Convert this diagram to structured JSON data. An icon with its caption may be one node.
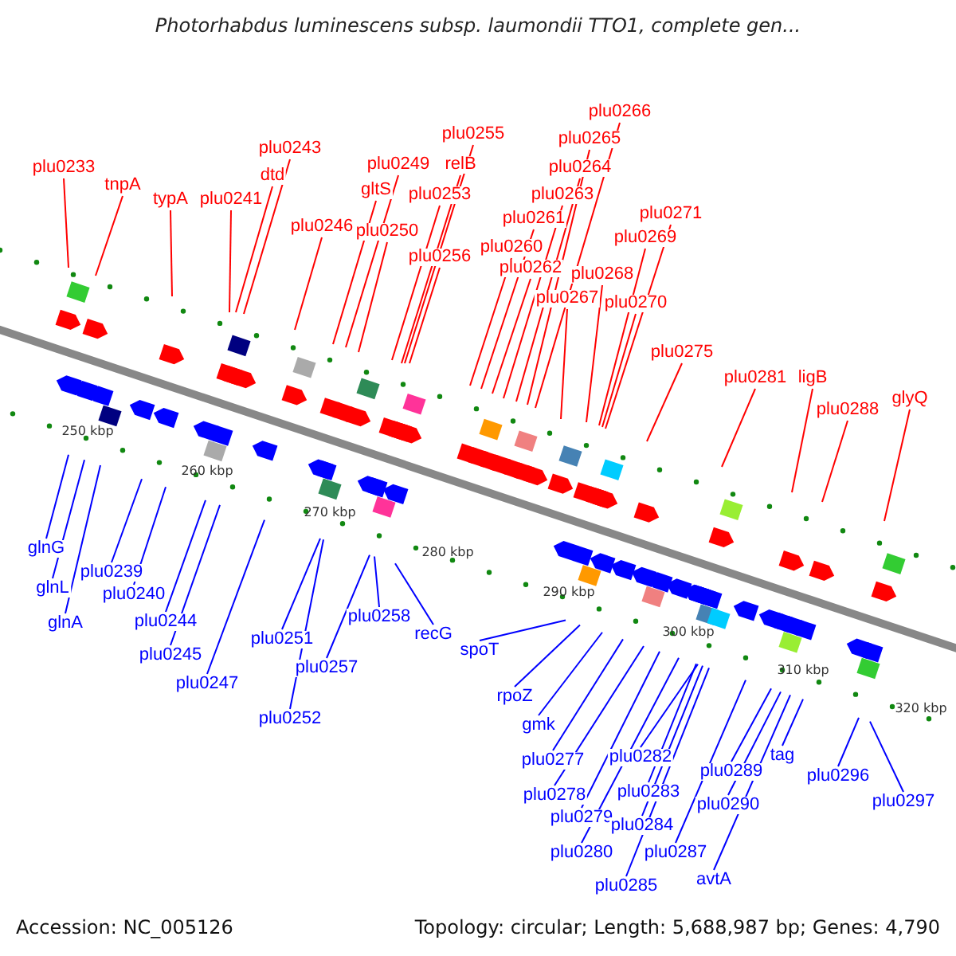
{
  "diagram": {
    "title": "Photorhabdus luminescens subsp. laumondii TTO1, complete gen...",
    "nodes": [
      {
        "text": [
          "plu0233"
        ]
      },
      {
        "text": [
          "tnpA"
        ]
      },
      {
        "text": [
          "typA"
        ]
      },
      {
        "text": [
          "plu0241"
        ]
      },
      {
        "text": [
          "dtd"
        ]
      },
      {
        "text": [
          "plu0243"
        ]
      },
      {
        "text": [
          "plu0246"
        ]
      },
      {
        "text": [
          "gltS"
        ]
      },
      {
        "text": [
          "plu0249"
        ]
      },
      {
        "text": [
          "plu0250"
        ]
      },
      {
        "text": [
          "plu0253"
        ]
      },
      {
        "text": [
          "relB"
        ]
      },
      {
        "text": [
          "plu0255"
        ]
      },
      {
        "text": [
          "plu0256"
        ]
      },
      {
        "text": [
          "plu0260"
        ]
      },
      {
        "text": [
          "plu0261"
        ]
      },
      {
        "text": [
          "plu0262"
        ]
      },
      {
        "text": [
          "plu0263"
        ]
      },
      {
        "text": [
          "plu0264"
        ]
      },
      {
        "text": [
          "plu0265"
        ]
      },
      {
        "text": [
          "plu0266"
        ]
      },
      {
        "text": [
          "plu0267"
        ]
      },
      {
        "text": [
          "plu0268"
        ]
      },
      {
        "text": [
          "plu0269"
        ]
      },
      {
        "text": [
          "plu0270"
        ]
      },
      {
        "text": [
          "plu0271"
        ]
      },
      {
        "text": [
          "plu0275"
        ]
      },
      {
        "text": [
          "plu0281"
        ]
      },
      {
        "text": [
          "ligB"
        ]
      },
      {
        "text": [
          "plu0288"
        ]
      },
      {
        "text": [
          "glyQ"
        ]
      },
      {
        "text": [
          "glnG"
        ]
      },
      {
        "text": [
          "glnL"
        ]
      },
      {
        "text": [
          "glnA"
        ]
      },
      {
        "text": [
          "plu0239"
        ]
      },
      {
        "text": [
          "plu0240"
        ]
      },
      {
        "text": [
          "plu0244"
        ]
      },
      {
        "text": [
          "plu0245"
        ]
      },
      {
        "text": [
          "plu0247"
        ]
      },
      {
        "text": [
          "plu0251"
        ]
      },
      {
        "text": [
          "plu0252"
        ]
      },
      {
        "text": [
          "plu0257"
        ]
      },
      {
        "text": [
          "plu0258"
        ]
      },
      {
        "text": [
          "recG"
        ]
      },
      {
        "text": [
          "spoT"
        ]
      },
      {
        "text": [
          "rpoZ"
        ]
      },
      {
        "text": [
          "gmk"
        ]
      },
      {
        "text": [
          "plu0277"
        ]
      },
      {
        "text": [
          "plu0278"
        ]
      },
      {
        "text": [
          "plu0279"
        ]
      },
      {
        "text": [
          "plu0280"
        ]
      },
      {
        "text": [
          "plu0282"
        ]
      },
      {
        "text": [
          "plu0283"
        ]
      },
      {
        "text": [
          "plu0284"
        ]
      },
      {
        "text": [
          "plu0285"
        ]
      },
      {
        "text": [
          "plu0287"
        ]
      },
      {
        "text": [
          "plu0289"
        ]
      },
      {
        "text": [
          "plu0290"
        ]
      },
      {
        "text": [
          "avtA"
        ]
      },
      {
        "text": [
          "tag"
        ]
      },
      {
        "text": [
          "plu0296"
        ]
      },
      {
        "text": [
          "plu0297"
        ]
      }
    ],
    "edges": [
      {
        "from": 0,
        "to": null,
        "arrow": "none",
        "color": "#ff0000"
      },
      {
        "from": 1,
        "to": null,
        "arrow": "none",
        "color": "#ff0000"
      },
      {
        "from": 2,
        "to": null,
        "arrow": "none",
        "color": "#ff0000"
      },
      {
        "from": 3,
        "to": null,
        "arrow": "none",
        "color": "#ff0000"
      },
      {
        "from": 4,
        "to": null,
        "arrow": "none",
        "color": "#ff0000"
      },
      {
        "from": 5,
        "to": null,
        "arrow": "none",
        "color": "#ff0000"
      },
      {
        "from": 6,
        "to": null,
        "arrow": "none",
        "color": "#ff0000"
      },
      {
        "from": 7,
        "to": null,
        "arrow": "none",
        "color": "#ff0000"
      },
      {
        "from": 8,
        "to": null,
        "arrow": "none",
        "color": "#ff0000"
      },
      {
        "from": 9,
        "to": null,
        "arrow": "none",
        "color": "#ff0000"
      },
      {
        "from": 10,
        "to": null,
        "arrow": "none",
        "color": "#ff0000"
      },
      {
        "from": 11,
        "to": null,
        "arrow": "none",
        "color": "#ff0000"
      },
      {
        "from": 12,
        "to": null,
        "arrow": "none",
        "color": "#ff0000"
      },
      {
        "from": 13,
        "to": null,
        "arrow": "none",
        "color": "#ff0000"
      },
      {
        "from": 14,
        "to": null,
        "arrow": "none",
        "color": "#ff0000"
      },
      {
        "from": 15,
        "to": null,
        "arrow": "none",
        "color": "#ff0000"
      },
      {
        "from": 16,
        "to": null,
        "arrow": "none",
        "color": "#ff0000"
      },
      {
        "from": 17,
        "to": null,
        "arrow": "none",
        "color": "#ff0000"
      },
      {
        "from": 18,
        "to": null,
        "arrow": "none",
        "color": "#ff0000"
      },
      {
        "from": 19,
        "to": null,
        "arrow": "none",
        "color": "#ff0000"
      },
      {
        "from": 20,
        "to": null,
        "arrow": "none",
        "color": "#ff0000"
      },
      {
        "from": 21,
        "to": null,
        "arrow": "none",
        "color": "#ff0000"
      },
      {
        "from": 22,
        "to": null,
        "arrow": "none",
        "color": "#ff0000"
      },
      {
        "from": 23,
        "to": null,
        "arrow": "none",
        "color": "#ff0000"
      },
      {
        "from": 24,
        "to": null,
        "arrow": "none",
        "color": "#ff0000"
      },
      {
        "from": 25,
        "to": null,
        "arrow": "none",
        "color": "#ff0000"
      },
      {
        "from": 26,
        "to": null,
        "arrow": "none",
        "color": "#ff0000"
      },
      {
        "from": 27,
        "to": null,
        "arrow": "none",
        "color": "#ff0000"
      },
      {
        "from": 28,
        "to": null,
        "arrow": "none",
        "color": "#ff0000"
      },
      {
        "from": 29,
        "to": null,
        "arrow": "none",
        "color": "#ff0000"
      },
      {
        "from": 30,
        "to": null,
        "arrow": "none",
        "color": "#ff0000"
      },
      {
        "from": 31,
        "to": null,
        "arrow": "none",
        "color": "#0000ff"
      },
      {
        "from": 32,
        "to": null,
        "arrow": "none",
        "color": "#0000ff"
      },
      {
        "from": 33,
        "to": null,
        "arrow": "none",
        "color": "#0000ff"
      },
      {
        "from": 34,
        "to": null,
        "arrow": "none",
        "color": "#0000ff"
      },
      {
        "from": 35,
        "to": null,
        "arrow": "none",
        "color": "#0000ff"
      },
      {
        "from": 36,
        "to": null,
        "arrow": "none",
        "color": "#0000ff"
      },
      {
        "from": 37,
        "to": null,
        "arrow": "none",
        "color": "#0000ff"
      },
      {
        "from": 38,
        "to": null,
        "arrow": "none",
        "color": "#0000ff"
      },
      {
        "from": 39,
        "to": null,
        "arrow": "none",
        "color": "#0000ff"
      },
      {
        "from": 40,
        "to": null,
        "arrow": "none",
        "color": "#0000ff"
      },
      {
        "from": 41,
        "to": null,
        "arrow": "none",
        "color": "#0000ff"
      },
      {
        "from": 42,
        "to": null,
        "arrow": "none",
        "color": "#0000ff"
      },
      {
        "from": 43,
        "to": null,
        "arrow": "none",
        "color": "#0000ff"
      },
      {
        "from": 44,
        "to": null,
        "arrow": "none",
        "color": "#0000ff"
      },
      {
        "from": 45,
        "to": null,
        "arrow": "none",
        "color": "#0000ff"
      },
      {
        "from": 46,
        "to": null,
        "arrow": "none",
        "color": "#0000ff"
      },
      {
        "from": 47,
        "to": null,
        "arrow": "none",
        "color": "#0000ff"
      },
      {
        "from": 48,
        "to": null,
        "arrow": "none",
        "color": "#0000ff"
      },
      {
        "from": 49,
        "to": null,
        "arrow": "none",
        "color": "#0000ff"
      },
      {
        "from": 50,
        "to": null,
        "arrow": "none",
        "color": "#0000ff"
      },
      {
        "from": 51,
        "to": null,
        "arrow": "none",
        "color": "#0000ff"
      },
      {
        "from": 52,
        "to": null,
        "arrow": "none",
        "color": "#0000ff"
      },
      {
        "from": 53,
        "to": null,
        "arrow": "none",
        "color": "#0000ff"
      },
      {
        "from": 54,
        "to": null,
        "arrow": "none",
        "color": "#0000ff"
      },
      {
        "from": 55,
        "to": null,
        "arrow": "none",
        "color": "#0000ff"
      },
      {
        "from": 56,
        "to": null,
        "arrow": "none",
        "color": "#0000ff"
      },
      {
        "from": 57,
        "to": null,
        "arrow": "none",
        "color": "#0000ff"
      },
      {
        "from": 58,
        "to": null,
        "arrow": "none",
        "color": "#0000ff"
      },
      {
        "from": 59,
        "to": null,
        "arrow": "none",
        "color": "#0000ff"
      },
      {
        "from": 60,
        "to": null,
        "arrow": "none",
        "color": "#0000ff"
      },
      {
        "from": 61,
        "to": null,
        "arrow": "none",
        "color": "#0000ff"
      }
    ],
    "labels": [
      "250 kbp",
      "260 kbp",
      "270 kbp",
      "280 kbp",
      "290 kbp",
      "300 kbp",
      "310 kbp",
      "320 kbp",
      "Accession: NC_005126",
      "Topology: circular; Length: 5,688,987 bp; Genes: 4,790"
    ]
  }
}
